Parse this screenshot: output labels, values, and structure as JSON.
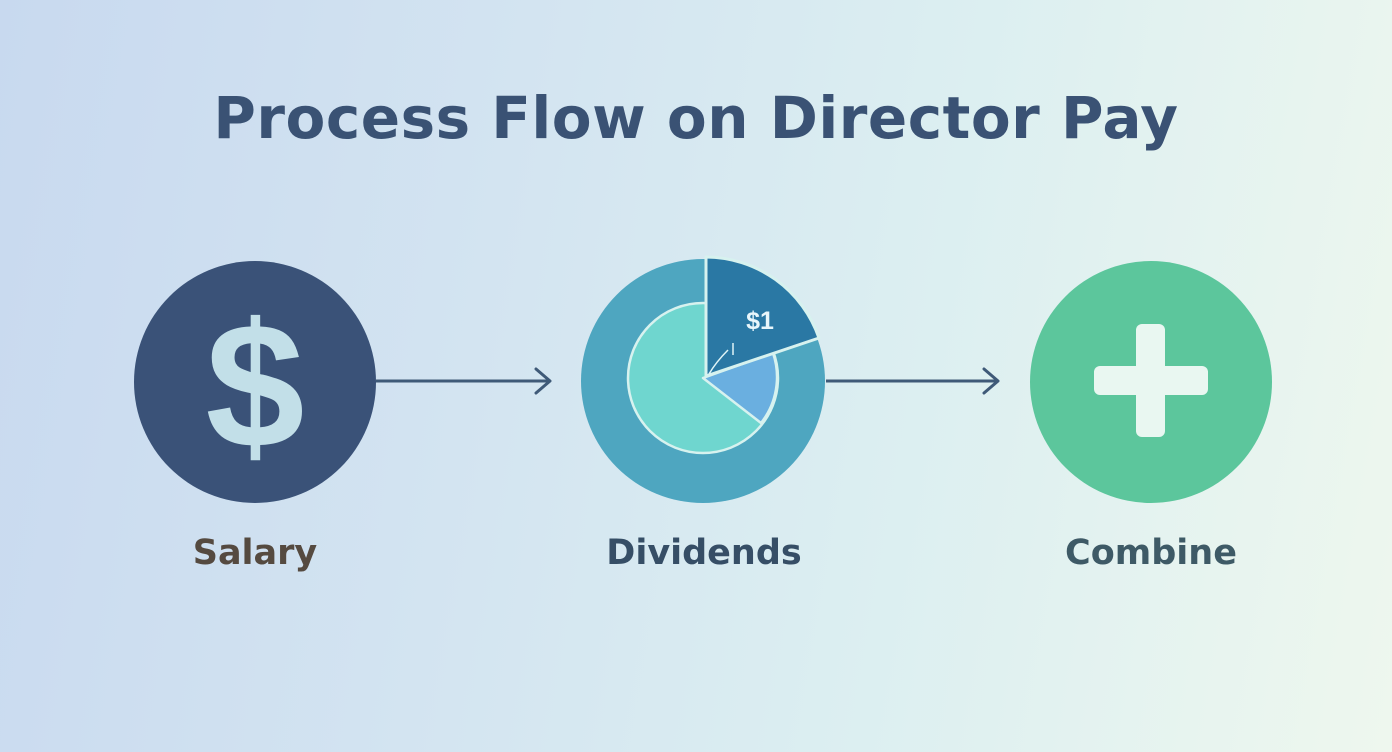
{
  "title": "Process Flow on Director Pay",
  "steps": [
    {
      "label": "Salary",
      "icon": "dollar-sign-icon",
      "color": "#3a5278"
    },
    {
      "label": "Dividends",
      "icon": "pie-chart-icon",
      "color": "#4ea6c0",
      "slice_label": "$1"
    },
    {
      "label": "Combine",
      "icon": "plus-icon",
      "color": "#5cc69c"
    }
  ],
  "colors": {
    "title": "#3a5274",
    "arrow": "#3f5a78",
    "dollar_glyph": "#c2dfe8",
    "pie_inner": "#6fd6cf",
    "pie_dark_slice": "#2a78a4",
    "pie_light_slice": "#6aafe0"
  }
}
